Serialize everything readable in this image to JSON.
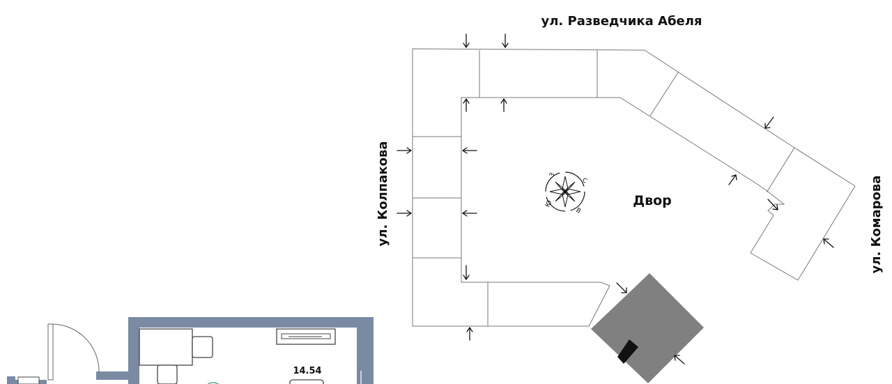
{
  "streets": {
    "top": "ул. Разведчика Абеля",
    "left": "ул. Колпакова",
    "right": "ул. Комарова"
  },
  "yard": {
    "label": "Двор"
  },
  "compass": {
    "north": "С",
    "south": "Ю",
    "east": "В",
    "west": "З"
  },
  "apartment": {
    "area": "14.54"
  },
  "colors": {
    "wall": "#7a8aa3",
    "highlight_building": "#808080",
    "outline": "#777777"
  }
}
